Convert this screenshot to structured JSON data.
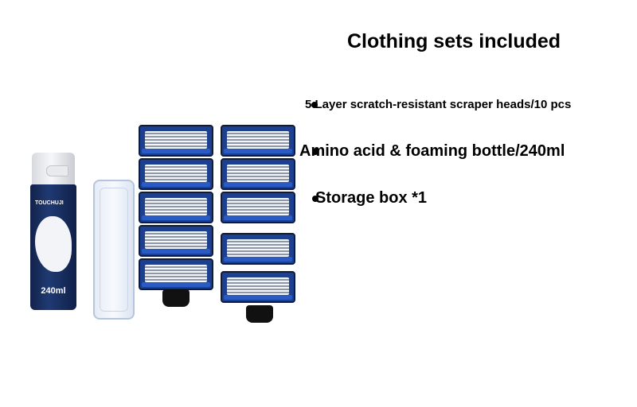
{
  "title": "Clothing sets included",
  "items": [
    "5 Layer scratch-resistant scraper heads/10 pcs",
    "Amino acid & foaming bottle/240ml",
    "Storage box *1"
  ],
  "bottle": {
    "brand": "TOUCHUJI",
    "volume": "240ml"
  },
  "colors": {
    "blade_blue": "#1c3f8f",
    "bottle_navy": "#1f3a73"
  }
}
